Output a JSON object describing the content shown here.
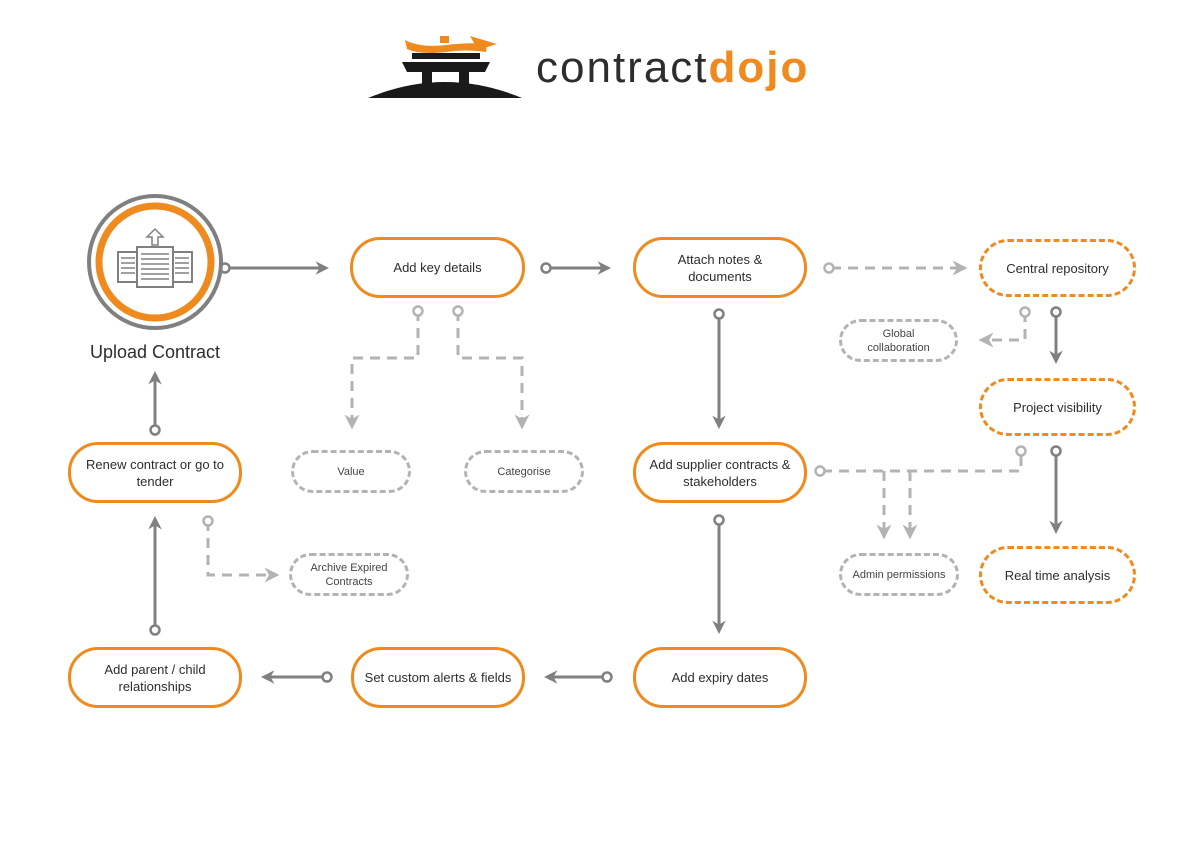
{
  "brand": {
    "name_light": "contract",
    "name_bold": "dojo",
    "accent": "#ef8a1f",
    "dark": "#2d2d2d",
    "connector": "#808080",
    "connector_light": "#b3b3b3"
  },
  "nodes": {
    "upload": "Upload Contract",
    "add_key_details": "Add key details",
    "attach_notes": "Attach notes & documents",
    "central_repository": "Central repository",
    "global_collaboration": "Global collaboration",
    "project_visibility": "Project visibility",
    "value": "Value",
    "categorise": "Categorise",
    "add_supplier": "Add supplier contracts & stakeholders",
    "admin_permissions": "Admin permissions",
    "real_time_analysis": "Real time analysis",
    "renew_contract": "Renew contract or go to tender",
    "archive_expired": "Archive Expired Contracts",
    "add_parent_child": "Add parent / child relationships",
    "set_custom_alerts": "Set custom alerts & fields",
    "add_expiry_dates": "Add expiry dates"
  },
  "icons": {
    "logo": "pagoda-gate-logo-icon",
    "upload": "upload-document-icon"
  }
}
